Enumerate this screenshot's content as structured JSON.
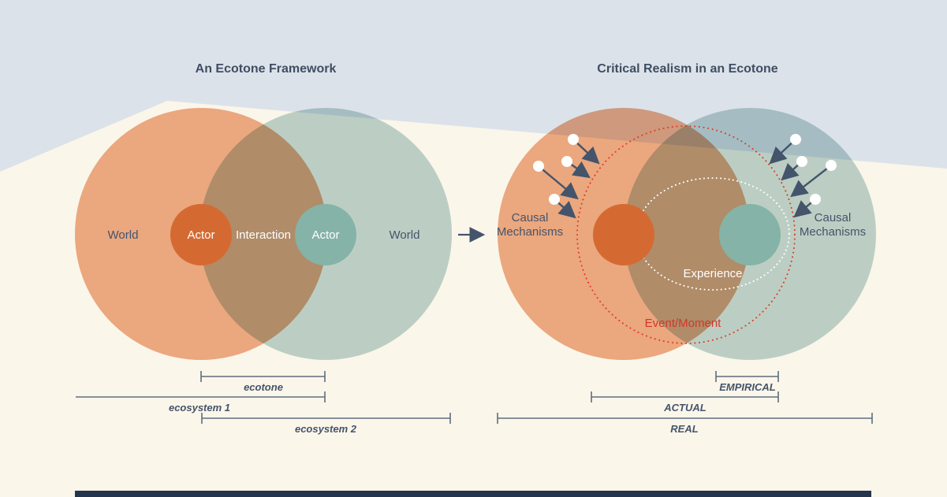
{
  "palette": {
    "background_top": "#dce2e9",
    "background_bottom": "#fbf6ea",
    "venn_orange": "#efad89",
    "venn_teal": "#bfd6d5",
    "actor_orange": "#d46a32",
    "actor_teal": "#85b3a7",
    "text_slate": "#44546b",
    "accent_red": "#d9372a",
    "bracket_line": "#5c6e80",
    "footer_navy": "#24364d",
    "dotted_white": "#ffffff"
  },
  "left": {
    "title": "An Ecotone Framework",
    "world_left": "World",
    "actor_left": "Actor",
    "interaction": "Interaction",
    "actor_right": "Actor",
    "world_right": "World",
    "brackets": {
      "ecotone": "ecotone",
      "ecosystem1": "ecosystem 1",
      "ecosystem2": "ecosystem 2"
    }
  },
  "right": {
    "title": "Critical Realism in an Ecotone",
    "causal_left_line1": "Causal",
    "causal_left_line2": "Mechanisms",
    "causal_right_line1": "Causal",
    "causal_right_line2": "Mechanisms",
    "experience": "Experience",
    "event_moment": "Event/Moment",
    "brackets": {
      "empirical": "EMPIRICAL",
      "actual": "ACTUAL",
      "real": "REAL"
    }
  }
}
